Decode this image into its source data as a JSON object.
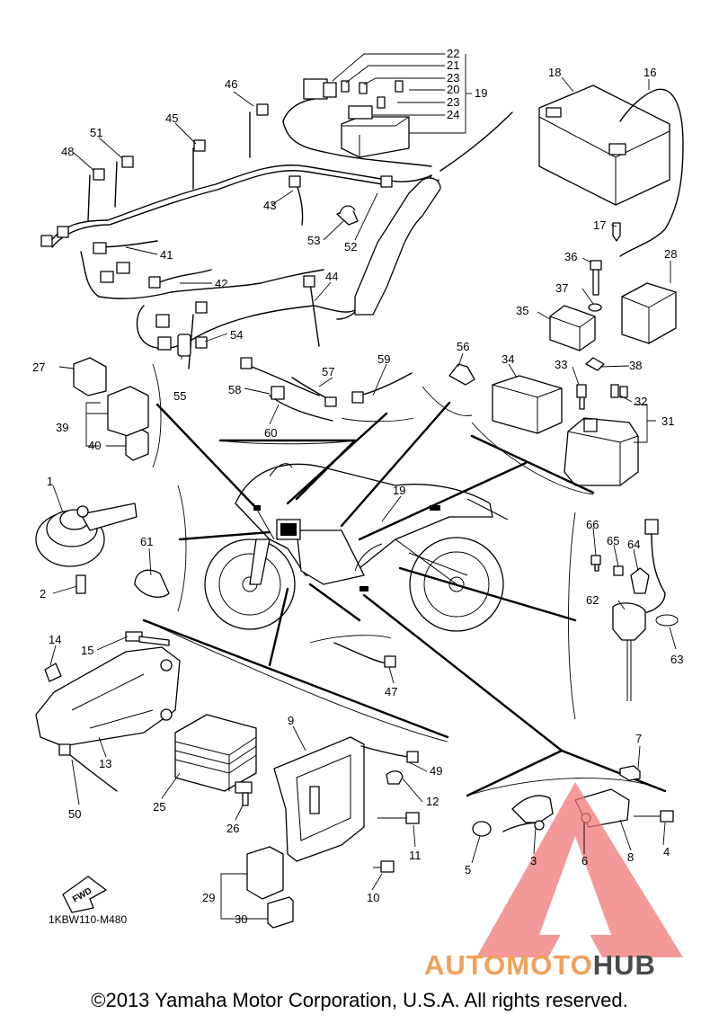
{
  "diagram": {
    "doc_code": "1KBW110-M480",
    "copyright": "©2013 Yamaha Motor Corporation, U.S.A. All rights reserved.",
    "fwd_label": "FWD",
    "watermark": {
      "part1": "AUTOMOTO",
      "part2": "HUB",
      "color1": "#f2a05a",
      "color2": "#4a4a4a",
      "logo_color": "#f07878"
    },
    "callouts": [
      "1",
      "2",
      "3",
      "4",
      "5",
      "6",
      "7",
      "8",
      "9",
      "10",
      "11",
      "12",
      "13",
      "14",
      "15",
      "16",
      "17",
      "18",
      "19",
      "19",
      "20",
      "21",
      "22",
      "23",
      "23",
      "24",
      "25",
      "26",
      "27",
      "28",
      "29",
      "30",
      "31",
      "32",
      "33",
      "34",
      "35",
      "36",
      "37",
      "38",
      "39",
      "40",
      "41",
      "42",
      "43",
      "44",
      "45",
      "46",
      "47",
      "48",
      "49",
      "50",
      "51",
      "52",
      "53",
      "54",
      "55",
      "56",
      "57",
      "58",
      "59",
      "60",
      "61",
      "62",
      "63",
      "64",
      "65",
      "66"
    ]
  }
}
